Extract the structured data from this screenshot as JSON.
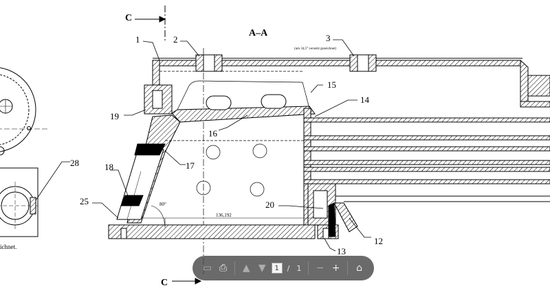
{
  "drawing": {
    "section_title": "A–A",
    "section_subtitle": "(um 34,5° versetzt gezeichnet)",
    "section_marker": "C",
    "dimension_value": "136,192",
    "angle_value": "80°",
    "truncated_note": "ichnet.",
    "callouts": {
      "c1": "1",
      "c2": "2",
      "c3": "3",
      "c12": "12",
      "c13": "13",
      "c14": "14",
      "c15": "15",
      "c16": "16",
      "c17": "17",
      "c18": "18",
      "c19": "19",
      "c20": "20",
      "c25": "25",
      "c28": "28"
    }
  },
  "toolbar": {
    "current_page": "1",
    "page_separator": "/",
    "total_pages": "1",
    "icons": [
      "save-icon",
      "print-icon",
      "page-up-icon",
      "page-down-icon",
      "zoom-out-icon",
      "zoom-in-icon",
      "home-icon"
    ],
    "glyphs": {
      "save": "▭",
      "print": "⎙",
      "up": "▲",
      "down": "▼",
      "minus": "−",
      "plus": "+",
      "home": "⌂"
    }
  }
}
